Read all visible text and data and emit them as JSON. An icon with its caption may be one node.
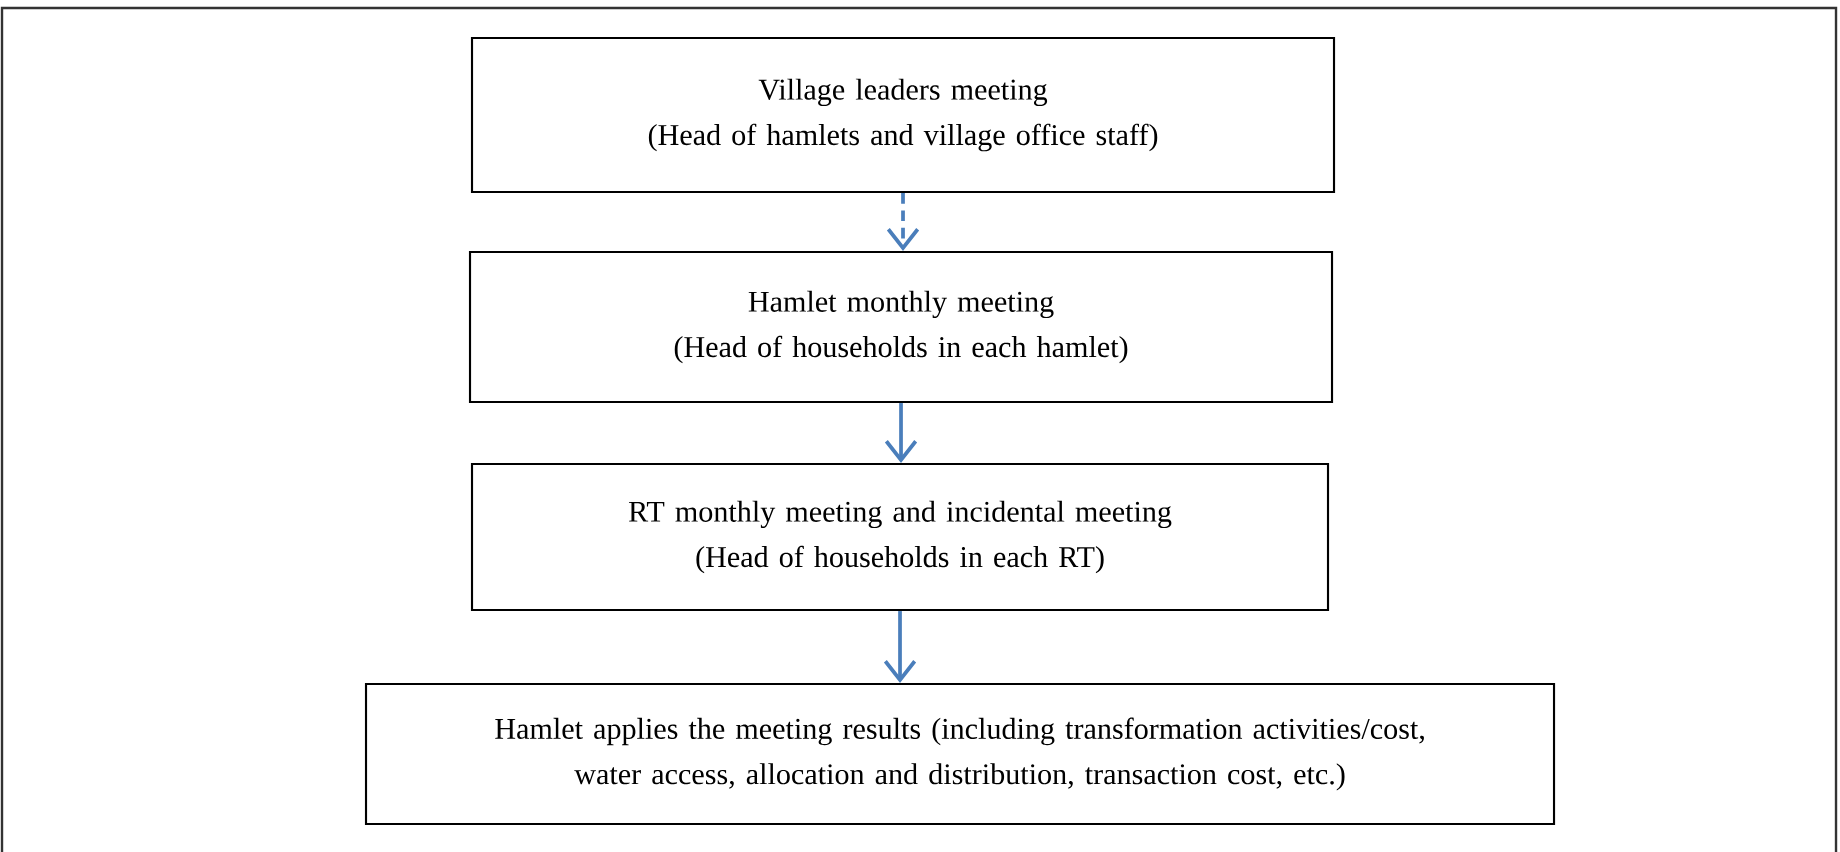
{
  "diagram": {
    "nodes": [
      {
        "text": [
          "Village leaders meeting",
          "(Head of hamlets and village office staff)"
        ]
      },
      {
        "text": [
          "Hamlet monthly meeting",
          "(Head of households in each hamlet)"
        ]
      },
      {
        "text": [
          "RT monthly meeting and incidental meeting",
          "(Head of households in each RT)"
        ]
      },
      {
        "text": [
          "Hamlet applies the meeting results (including transformation activities/cost, water access, allocation and distribution, transaction cost, etc.)"
        ]
      }
    ],
    "edges": [
      {
        "from": 0,
        "to": 1,
        "arrow": "to",
        "style": "dashed"
      },
      {
        "from": 1,
        "to": 2,
        "arrow": "to"
      },
      {
        "from": 2,
        "to": 3,
        "arrow": "to"
      }
    ]
  }
}
